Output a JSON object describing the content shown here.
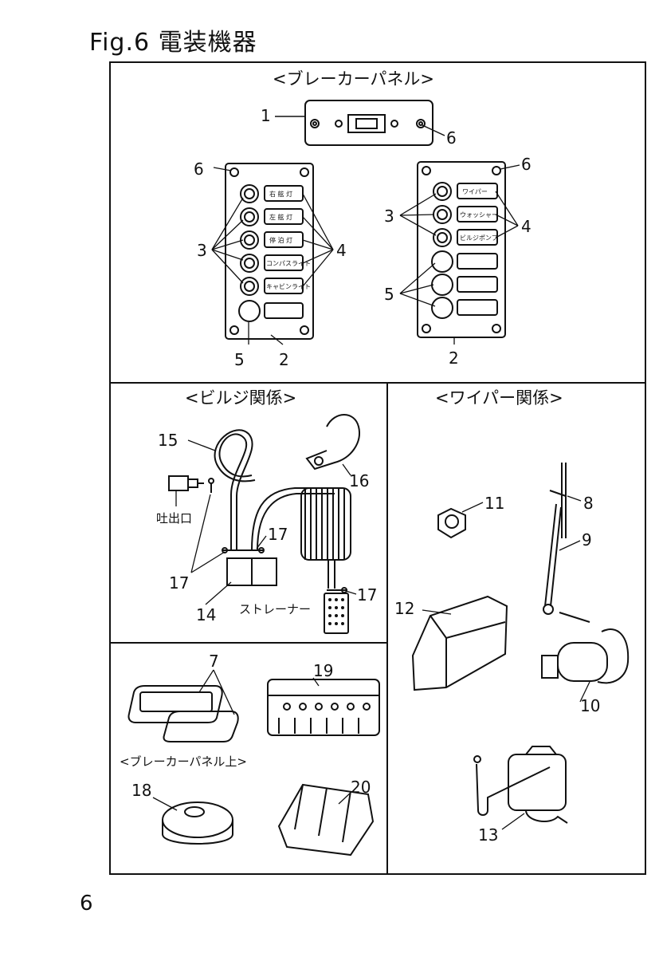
{
  "figure": {
    "title": "Fig.6 電装機器"
  },
  "page_number": "6",
  "breaker_panel": {
    "heading": "<ブレーカーパネル>",
    "left_switches": [
      "右 舷 灯",
      "左 舷 灯",
      "停 泊 灯",
      "コンパスライト",
      "キャビンライト"
    ],
    "right_switches": [
      "ワイパー",
      "ウォッシャー",
      "ビルジポンプ"
    ],
    "callouts": {
      "c1": "1",
      "c6a": "6",
      "c6b": "6",
      "c6c": "6",
      "c3a": "3",
      "c4a": "4",
      "c5a": "5",
      "c2a": "2",
      "c3b": "3",
      "c4b": "4",
      "c5b": "5",
      "c2b": "2"
    }
  },
  "bilge": {
    "heading": "<ビルジ関係>",
    "outlet_label": "吐出口",
    "strainer_label": "ストレーナー",
    "callouts": {
      "c15": "15",
      "c16": "16",
      "c17a": "17",
      "c17b": "17",
      "c17c": "17",
      "c14": "14"
    }
  },
  "wiper": {
    "heading": "<ワイパー関係>",
    "callouts": {
      "c11": "11",
      "c8": "8",
      "c9": "9",
      "c12": "12",
      "c10": "10",
      "c13": "13"
    }
  },
  "panel_top": {
    "heading": "<ブレーカーパネル上>",
    "callouts": {
      "c7": "7",
      "c19": "19",
      "c18": "18",
      "c20": "20"
    }
  }
}
